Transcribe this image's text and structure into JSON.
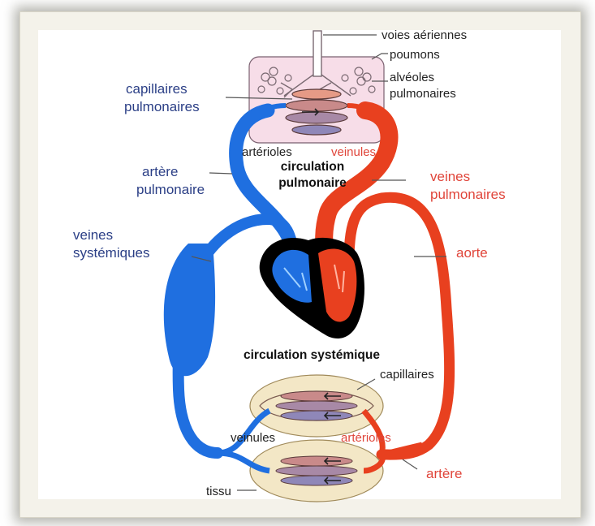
{
  "labels": {
    "voies_aeriennes": "voies aériennes",
    "poumons": "poumons",
    "alveoles_line1": "alvéoles",
    "alveoles_line2": "pulmonaires",
    "capillaires_pulm_line1": "capillaires",
    "capillaires_pulm_line2": "pulmonaires",
    "arterioles_top": "artérioles",
    "veinules_top": "veinules",
    "circ_pulm_line1": "circulation",
    "circ_pulm_line2": "pulmonaire",
    "artere_pulm_line1": "artère",
    "artere_pulm_line2": "pulmonaire",
    "veines_pulm_line1": "veines",
    "veines_pulm_line2": "pulmonaires",
    "veines_sys_line1": "veines",
    "veines_sys_line2": "systémiques",
    "aorte": "aorte",
    "circ_sys": "circulation systémique",
    "capillaires": "capillaires",
    "veinules_bottom": "veinules",
    "arterioles_bottom": "artérioles",
    "artere": "artère",
    "tissu": "tissu"
  },
  "colors": {
    "oxygen_poor": "#1f6fe0",
    "oxygen_rich": "#e8401f",
    "heart_outline": "#000000",
    "lung_fill": "#f7dde8",
    "tissue_fill": "#f3e7c6",
    "label_blue": "#2b3f86",
    "label_red": "#e0453a"
  }
}
